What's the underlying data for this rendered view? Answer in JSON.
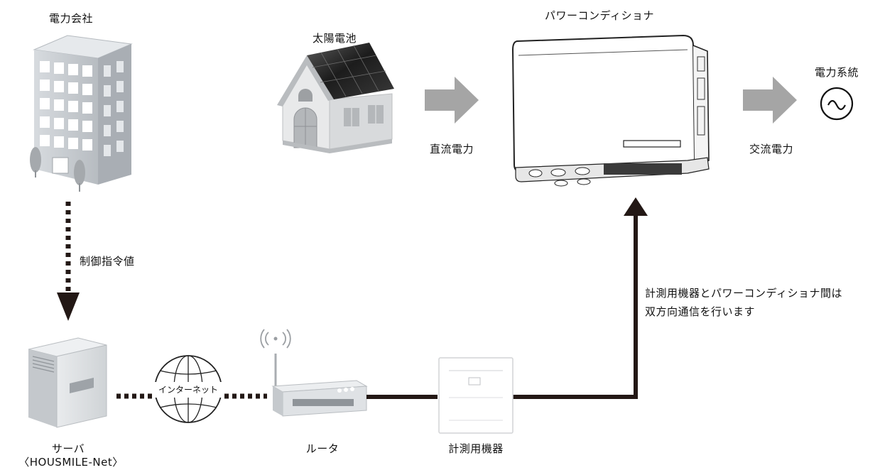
{
  "nodes": {
    "power_company": "電力会社",
    "solar": "太陽電池",
    "inverter": "パワーコンディショナ",
    "grid": "電力系統",
    "server": "サーバ",
    "server_sub": "〈HOUSMILE-Net〉",
    "router": "ルータ",
    "meter": "計測用機器",
    "internet": "インターネット"
  },
  "edges": {
    "dc_power": "直流電力",
    "ac_power": "交流電力",
    "control": "制御指令値"
  },
  "note": {
    "line1": "計測用機器とパワーコンディショナ間は",
    "line2": "双方向通信を行います"
  },
  "colors": {
    "arrow_gray": "#a5a5a5",
    "line_black": "#231815",
    "building": "#c9cdd1",
    "roof_panel": "#2b2b2b"
  }
}
